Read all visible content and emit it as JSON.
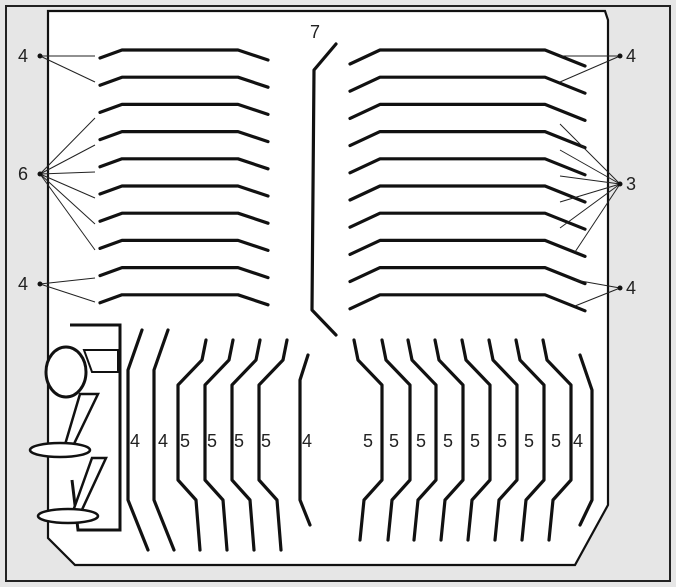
{
  "colors": {
    "background": "#e6e6e6",
    "basket": "#ffffff",
    "outline": "#111111",
    "tines": "#111111"
  },
  "labels": {
    "top_left": "4",
    "mid_left": "6",
    "lower_left": "4",
    "center_divider": "7",
    "top_right": "4",
    "mid_right": "3",
    "lower_right": "4",
    "bottom_left_rows": [
      "4",
      "4",
      "5",
      "5",
      "5",
      "5",
      "4"
    ],
    "bottom_right_rows": [
      "5",
      "5",
      "5",
      "5",
      "5",
      "5",
      "5",
      "5",
      "4"
    ]
  },
  "icons": [
    "wine-glass-icon"
  ]
}
